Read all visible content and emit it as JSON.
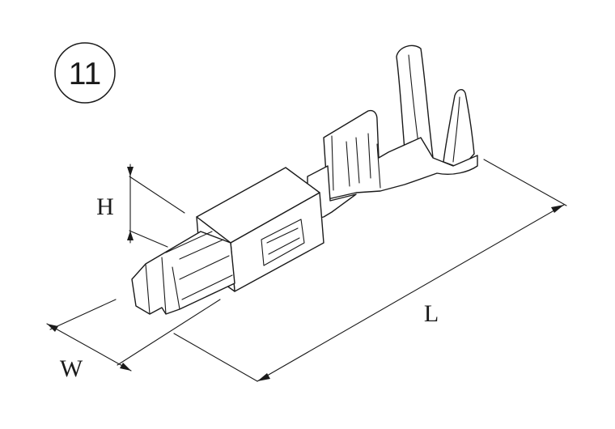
{
  "figure": {
    "number": "11",
    "dimensions": {
      "height_label": "H",
      "width_label": "W",
      "length_label": "L"
    }
  }
}
